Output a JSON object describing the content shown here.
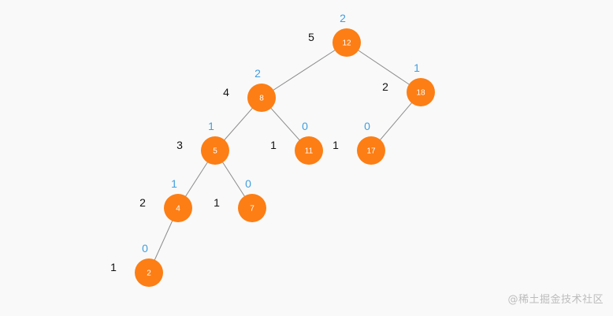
{
  "colors": {
    "node_fill": "#fd7e14",
    "edge": "#8c8c8c",
    "height_label": "#111111",
    "balance_label": "#3f9ee0",
    "background": "#f9f9f9"
  },
  "tree": {
    "nodes": [
      {
        "id": "n12",
        "value": "12",
        "height": "5",
        "balance": "2"
      },
      {
        "id": "n8",
        "value": "8",
        "height": "4",
        "balance": "2"
      },
      {
        "id": "n18",
        "value": "18",
        "height": "2",
        "balance": "1"
      },
      {
        "id": "n5",
        "value": "5",
        "height": "3",
        "balance": "1"
      },
      {
        "id": "n11",
        "value": "11",
        "height": "1",
        "balance": "0"
      },
      {
        "id": "n17",
        "value": "17",
        "height": "1",
        "balance": "0"
      },
      {
        "id": "n4",
        "value": "4",
        "height": "2",
        "balance": "1"
      },
      {
        "id": "n7",
        "value": "7",
        "height": "1",
        "balance": "0"
      },
      {
        "id": "n2",
        "value": "2",
        "height": "1",
        "balance": "0"
      }
    ],
    "edges": [
      {
        "from": "n12",
        "to": "n8"
      },
      {
        "from": "n12",
        "to": "n18"
      },
      {
        "from": "n8",
        "to": "n5"
      },
      {
        "from": "n8",
        "to": "n11"
      },
      {
        "from": "n18",
        "to": "n17"
      },
      {
        "from": "n5",
        "to": "n4"
      },
      {
        "from": "n5",
        "to": "n7"
      },
      {
        "from": "n4",
        "to": "n2"
      }
    ]
  },
  "watermark": "@稀土掘金技术社区"
}
